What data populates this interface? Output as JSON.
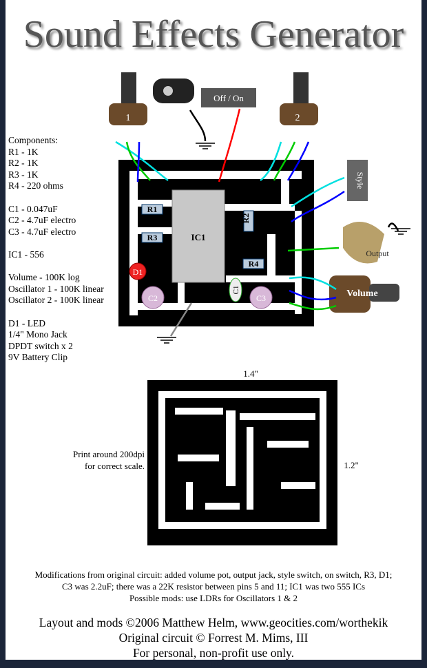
{
  "title": "Sound Effects Generator",
  "components": {
    "heading": "Components:",
    "groups": [
      [
        "R1 - 1K",
        "R2 - 1K",
        "R3 - 1K",
        "R4 - 220 ohms"
      ],
      [
        "C1 - 0.047uF",
        "C2 - 4.7uF electro",
        "C3 - 4.7uF electro"
      ],
      [
        "IC1 - 556"
      ],
      [
        "Volume - 100K log",
        "Oscillator 1 - 100K linear",
        "Oscillator 2 - 100K linear"
      ],
      [
        "D1 - LED",
        "1/4\" Mono Jack",
        "DPDT switch x 2",
        "9V Battery Clip"
      ]
    ]
  },
  "diagram": {
    "pot1": "1",
    "pot2": "2",
    "power_switch": "Off / On",
    "style_switch": "Style",
    "output": "Output",
    "volume": "Volume",
    "r1": "R1",
    "r2": "R2",
    "r3": "R3",
    "r4": "R4",
    "ic1": "IC1",
    "d1": "D1",
    "c1": "C1",
    "c2": "C2",
    "c3": "C3"
  },
  "pcb": {
    "width_label": "1.4\"",
    "height_label": "1.2\"",
    "print_note": [
      "Print around 200dpi",
      "for correct scale."
    ]
  },
  "notes": {
    "mods": [
      "Modifications from original circuit: added volume pot, output jack, style switch, on switch, R3, D1;",
      "C3 was 2.2uF; there was a 22K resistor between pins 5 and 11; IC1 was two 555 ICs",
      "Possible mods: use LDRs for Oscillators 1 & 2"
    ],
    "credits": [
      "Layout and mods ©2006 Matthew Helm, www.geocities.com/worthekik",
      "Original circuit © Forrest M. Mims, III",
      "For personal, non-profit use only."
    ]
  },
  "colors": {
    "frame": "#1b2539",
    "wire_red": "#ff0000",
    "wire_cyan": "#00e0e0",
    "wire_blue": "#0000ff",
    "wire_green": "#00cc00"
  }
}
